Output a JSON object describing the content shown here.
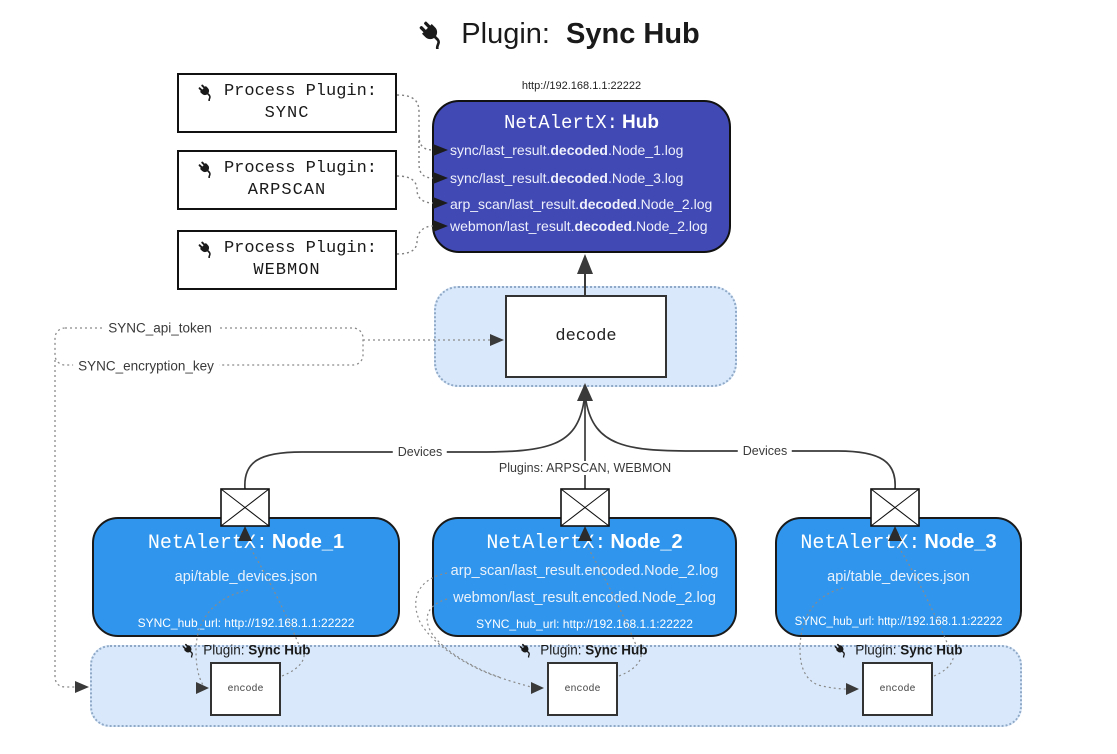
{
  "title": {
    "label": "Plugin:",
    "name": "Sync Hub"
  },
  "hub": {
    "url": "http://192.168.1.1:22222",
    "title_prefix": "NetAlertX:",
    "title_name": "Hub",
    "lines": [
      {
        "pre": "sync/last_result.",
        "bold": "decoded",
        "post": ".Node_1.log"
      },
      {
        "pre": "sync/last_result.",
        "bold": "decoded",
        "post": ".Node_3.log"
      },
      {
        "pre": "arp_scan/last_result.",
        "bold": "decoded",
        "post": ".Node_2.log"
      },
      {
        "pre": "webmon/last_result.",
        "bold": "decoded",
        "post": ".Node_2.log"
      }
    ]
  },
  "process_plugins": [
    {
      "label": "Process Plugin:",
      "name": "SYNC"
    },
    {
      "label": "Process Plugin:",
      "name": "ARPSCAN"
    },
    {
      "label": "Process Plugin:",
      "name": "WEBMON"
    }
  ],
  "decode_box": {
    "label": "decode"
  },
  "config": {
    "api_token_label": "SYNC_api_token",
    "encryption_key_label": "SYNC_encryption_key"
  },
  "edge_labels": {
    "devices_left": "Devices",
    "plugins_center": "Plugins: ARPSCAN, WEBMON",
    "devices_right": "Devices"
  },
  "nodes": [
    {
      "title_prefix": "NetAlertX:",
      "title_name": "Node_1",
      "lines": [
        "api/table_devices.json"
      ],
      "hub_url": "SYNC_hub_url: http://192.168.1.1:22222"
    },
    {
      "title_prefix": "NetAlertX:",
      "title_name": "Node_2",
      "lines": [
        "arp_scan/last_result.encoded.Node_2.log",
        "webmon/last_result.encoded.Node_2.log"
      ],
      "hub_url": "SYNC_hub_url: http://192.168.1.1:22222"
    },
    {
      "title_prefix": "NetAlertX:",
      "title_name": "Node_3",
      "lines": [
        "api/table_devices.json"
      ],
      "hub_url": "SYNC_hub_url: http://192.168.1.1:22222"
    }
  ],
  "encode_plugin": {
    "label": "Plugin:",
    "name": "Sync Hub",
    "box_label": "encode"
  },
  "icons": {
    "plug": "plug-icon",
    "envelope": "envelope-icon"
  },
  "colors": {
    "hub_fill": "#4149b4",
    "node_fill": "#3096ed",
    "group_fill": "#d9e9fb",
    "group_border": "#8fa9c7",
    "solid_line": "#3a3a3a",
    "dotted_line": "#808080"
  }
}
